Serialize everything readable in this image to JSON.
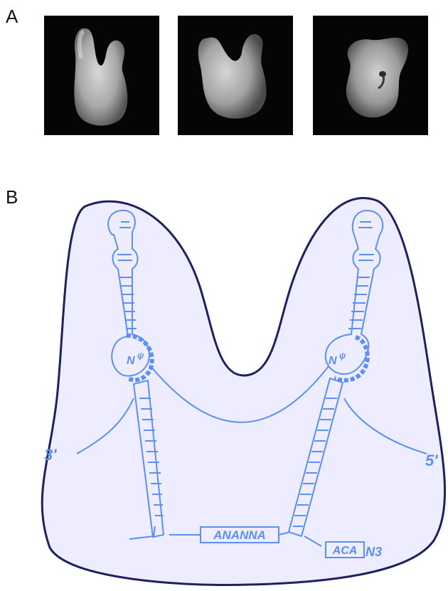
{
  "panel_a": {
    "label": "A",
    "images": [
      "em-reconstruction-view-1",
      "em-reconstruction-view-2",
      "em-reconstruction-view-3"
    ]
  },
  "panel_b": {
    "label": "B",
    "end_3prime": "3'",
    "end_5prime": "5'",
    "box_h": "ANANNA",
    "box_aca": "ACA",
    "n3": "N3",
    "pocket_left": "N",
    "pocket_left_sup": "ψ",
    "pocket_right": "N",
    "pocket_right_sup": "ψ",
    "colors": {
      "rna": "#5b8ff0",
      "outline": "#1e2060",
      "fill": "#ededff"
    }
  }
}
